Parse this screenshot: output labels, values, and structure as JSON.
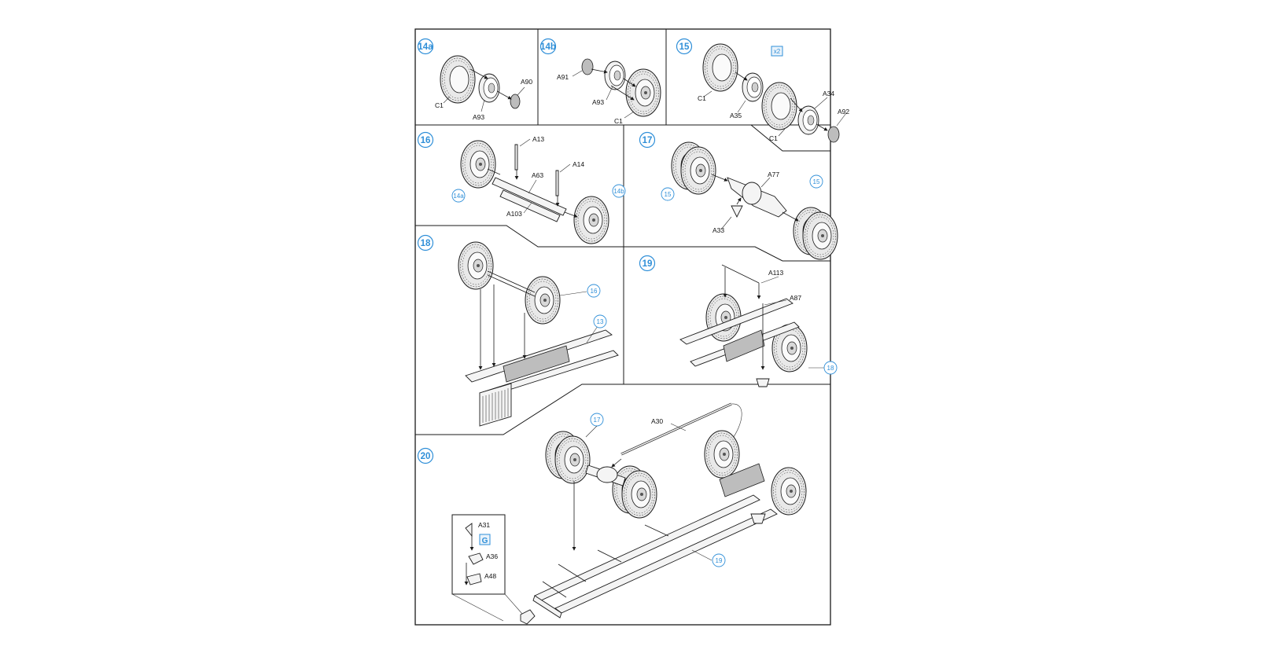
{
  "steps": [
    {
      "id": "step-14a",
      "number": "14a",
      "parts": [
        "C1",
        "A93",
        "A90"
      ]
    },
    {
      "id": "step-14b",
      "number": "14b",
      "parts": [
        "A91",
        "A93",
        "C1"
      ]
    },
    {
      "id": "step-15",
      "number": "15",
      "quantity": "x2",
      "parts": [
        "C1",
        "A35",
        "A34",
        "C1",
        "A92"
      ]
    },
    {
      "id": "step-16",
      "number": "16",
      "parts": [
        "A13",
        "A63",
        "A14",
        "A103"
      ],
      "refs": [
        "14a",
        "14b"
      ]
    },
    {
      "id": "step-17",
      "number": "17",
      "parts": [
        "A77",
        "A33"
      ],
      "refs": [
        "15",
        "15"
      ]
    },
    {
      "id": "step-18",
      "number": "18",
      "refs": [
        "16",
        "13"
      ]
    },
    {
      "id": "step-19",
      "number": "19",
      "parts": [
        "A113",
        "A87"
      ],
      "refs": [
        "18"
      ]
    },
    {
      "id": "step-20",
      "number": "20",
      "parts": [
        "A30"
      ],
      "refs": [
        "17",
        "19"
      ],
      "detail": {
        "parts": [
          "A31",
          "A36",
          "A48"
        ],
        "paint_code": "G"
      }
    }
  ]
}
